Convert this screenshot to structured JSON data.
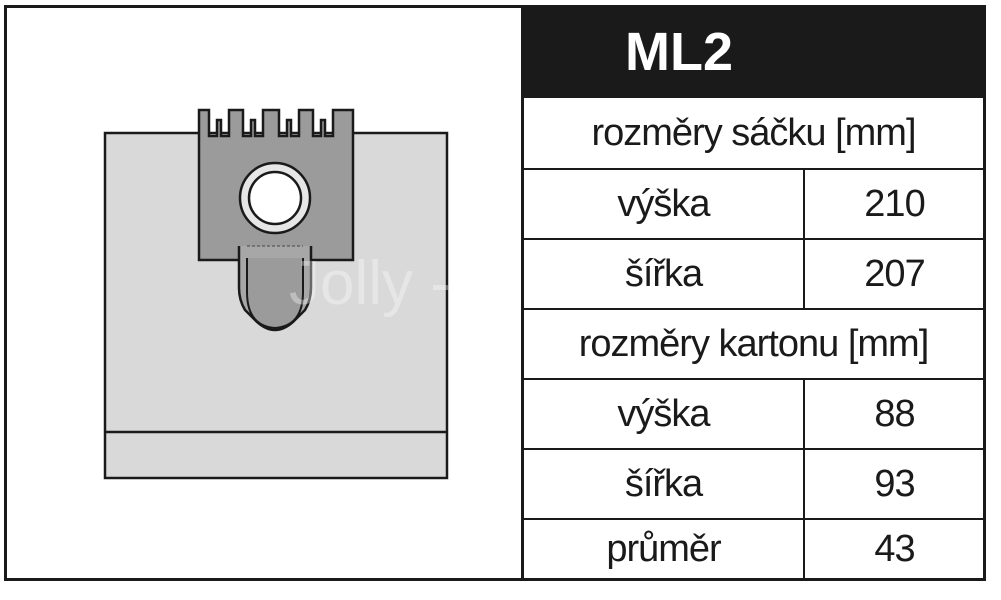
{
  "product": {
    "code": "ML2"
  },
  "watermark": "Jolly - sáčky",
  "sections": [
    {
      "heading": "rozměry sáčku [mm]",
      "rows": [
        {
          "label": "výška",
          "value": "210"
        },
        {
          "label": "šířka",
          "value": "207"
        }
      ]
    },
    {
      "heading": "rozměry kartonu [mm]",
      "rows": [
        {
          "label": "výška",
          "value": "88"
        },
        {
          "label": "šířka",
          "value": "93"
        },
        {
          "label": "průměr",
          "value": "43"
        }
      ]
    }
  ],
  "colors": {
    "bag_fill": "#d9d9d9",
    "collar_fill": "#9b9b9b",
    "line": "#1a1a1a"
  }
}
